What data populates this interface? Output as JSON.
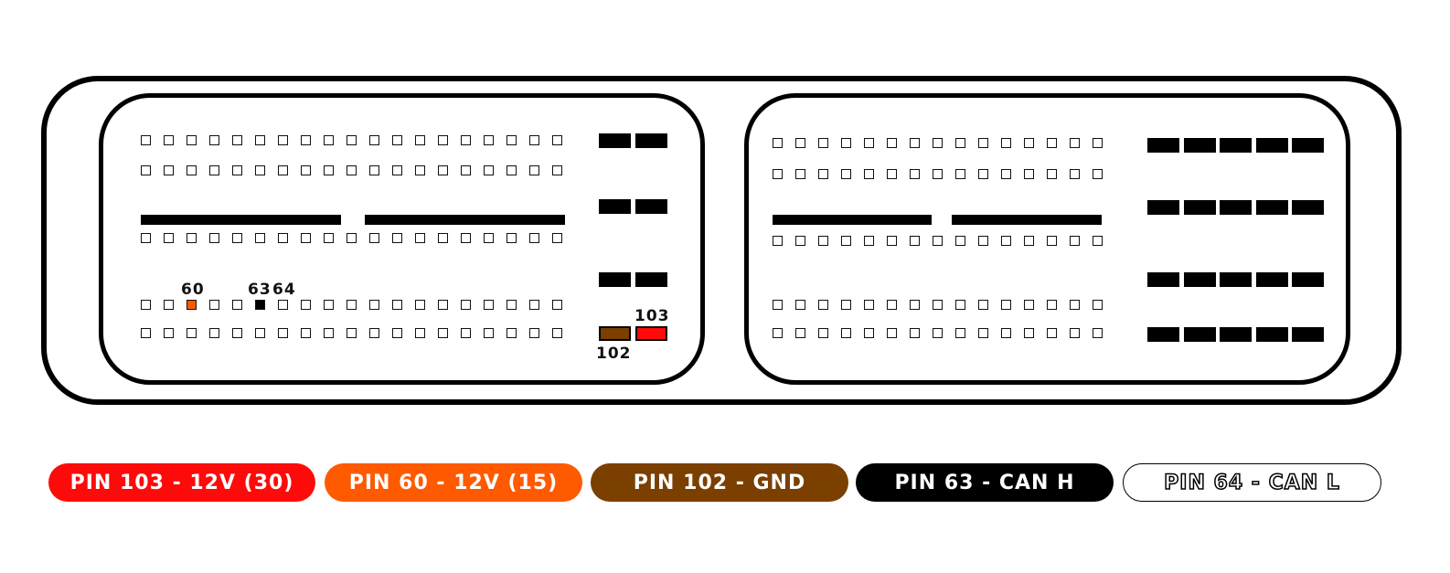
{
  "colors": {
    "pin103": "#ff0a0a",
    "pin60": "#ff5a00",
    "pin102": "#7b3f00",
    "pin63": "#000000",
    "pin64": "#ffffff"
  },
  "pin_labels": {
    "p60": "60",
    "p63": "63",
    "p64": "64",
    "p102": "102",
    "p103": "103"
  },
  "legend": [
    {
      "label": "PIN 103 - 12V (30)",
      "color": "#ff0a0a"
    },
    {
      "label": "PIN 60 - 12V (15)",
      "color": "#ff5a00"
    },
    {
      "label": "PIN 102 - GND",
      "color": "#7b3f00"
    },
    {
      "label": "PIN 63 - CAN H",
      "color": "#000000"
    },
    {
      "label": "PIN 64 - CAN L",
      "color": "#ffffff"
    }
  ]
}
